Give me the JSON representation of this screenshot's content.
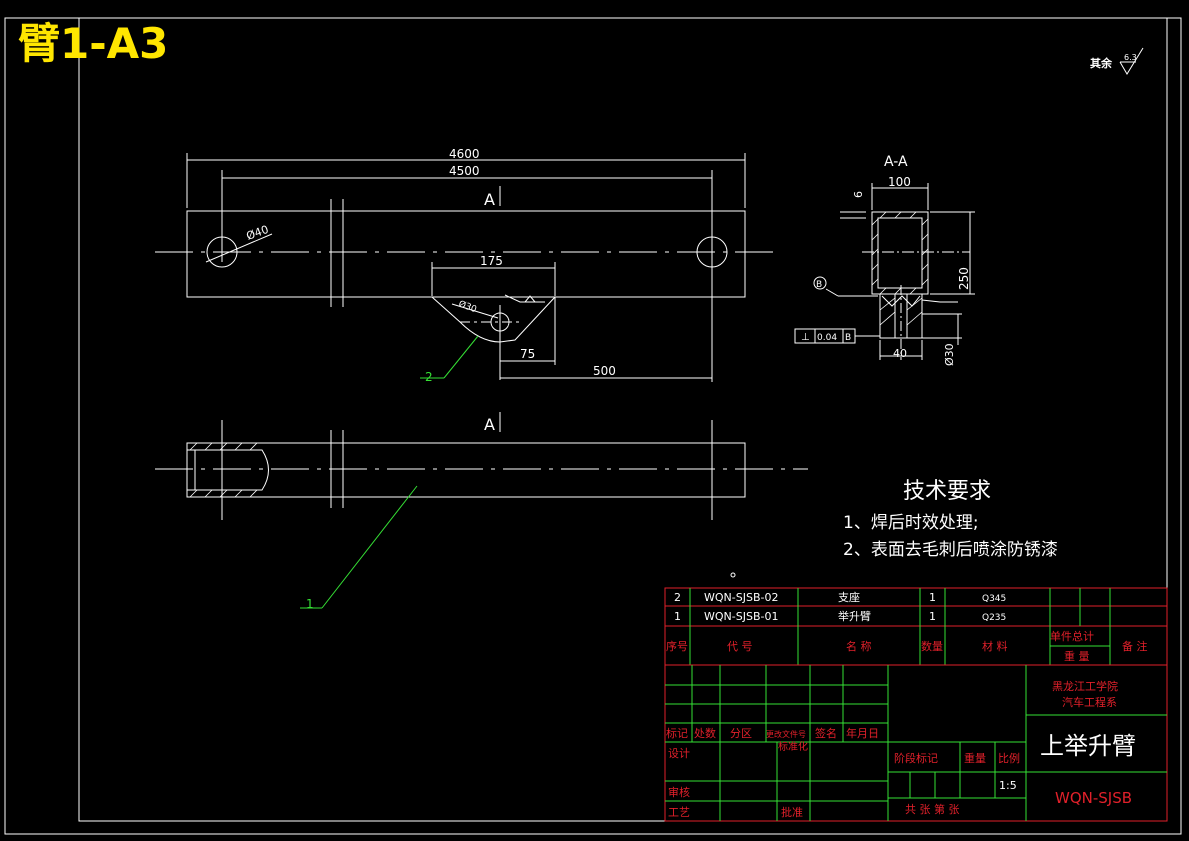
{
  "title": "臂1-A3",
  "surface_note": "其余",
  "surface_value": "6.3",
  "dims": {
    "d4600": "4600",
    "d4500": "4500",
    "d175": "175",
    "d75": "75",
    "d500": "500",
    "d100": "100",
    "d6": "6",
    "d250": "250",
    "d40": "40",
    "hole40": "Ø40",
    "hole30": "Ø30",
    "dia30": "Ø30",
    "tol": "0.04",
    "datum": "B"
  },
  "section_label": "A",
  "section_title": "A-A",
  "balloons": [
    "1",
    "2"
  ],
  "tech": {
    "heading": "技术要求",
    "item1": "1、焊后时效处理;",
    "item2": "2、表面去毛刺后喷涂防锈漆"
  },
  "bom": [
    {
      "no": "2",
      "code": "WQN-SJSB-02",
      "name": "支座",
      "qty": "1",
      "material": "Q345"
    },
    {
      "no": "1",
      "code": "WQN-SJSB-01",
      "name": "举升臂",
      "qty": "1",
      "material": "Q235"
    }
  ],
  "bom_header": {
    "no": "序号",
    "code": "代 号",
    "name": "名 称",
    "qty": "数量",
    "material": "材 料",
    "single_total": "单件总计",
    "weight": "重 量",
    "note": "备 注"
  },
  "titleblock": {
    "school": "黑龙江工学院",
    "dept": "汽车工程系",
    "part_name": "上举升臂",
    "drawing_no": "WQN-SJSB",
    "scale": "1:5",
    "row_labels": [
      "标记",
      "处数",
      "分区",
      "更改文件号",
      "签名",
      "年月日"
    ],
    "design": "设计",
    "standard": "标准化",
    "review": "审核",
    "process": "工艺",
    "approve": "批准",
    "stage": "阶段标记",
    "weight": "重量",
    "scale_label": "比例",
    "sheets": "共   张   第   张"
  }
}
